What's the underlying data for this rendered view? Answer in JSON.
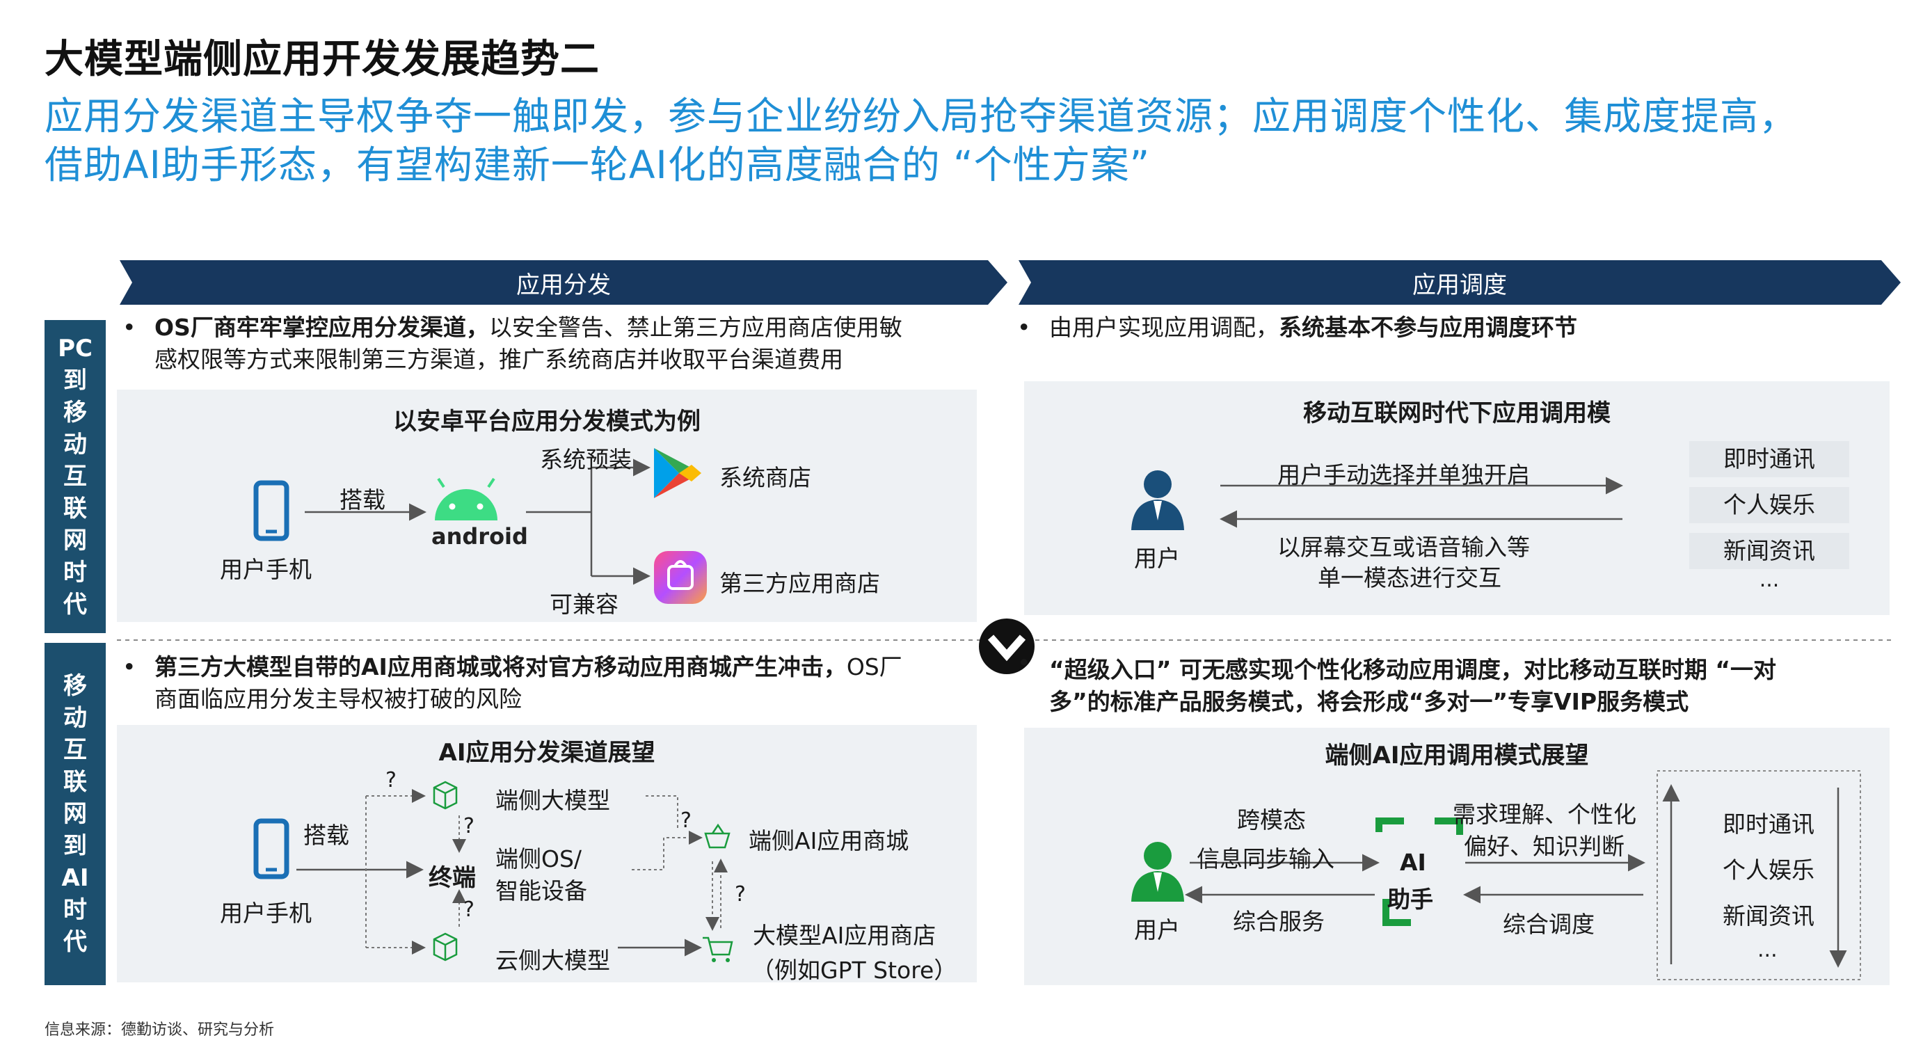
{
  "title": "大模型端侧应用开发发展趋势二",
  "subtitle_line1": "应用分发渠道主导权争夺一触即发，参与企业纷纷入局抢夺渠道资源；应用调度个性化、集成度提高，",
  "subtitle_line2": "借助AI助手形态，有望构建新一轮AI化的高度融合的 “个性方案”",
  "colors": {
    "navy": "#17375e",
    "blue_text": "#1f8fd6",
    "side_bar": "#1c4f6e",
    "green": "#1a9c3e",
    "android_green": "#3ddc84"
  },
  "banners": {
    "left": "应用分发",
    "right": "应用调度"
  },
  "side_labels": {
    "top": [
      "P",
      "C",
      "到",
      "移",
      "动",
      "互",
      "联",
      "网",
      "时",
      "代"
    ],
    "bottom": [
      "移",
      "动",
      "互",
      "联",
      "网",
      "到",
      "AI",
      "时",
      "代"
    ]
  },
  "pc_era": {
    "left_bullet_bold": "OS厂商牢牢掌控应用分发渠道，",
    "left_bullet_rest_line1": "以安全警告、禁止第三方应用商店使用敏",
    "left_bullet_line2": "感权限等方式来限制第三方渠道，推广系统商店并收取平台渠道费用",
    "right_bullet_plain": "由用户实现应用调配，",
    "right_bullet_bold": "系统基本不参与应用调度环节",
    "android_box": {
      "title": "以安卓平台应用分发模式为例",
      "phone_label": "用户手机",
      "carry_label": "搭载",
      "android_word": "android",
      "preinstall_label": "系统预装",
      "compatible_label": "可兼容",
      "system_store": "系统商店",
      "third_party_store": "第三方应用商店"
    },
    "mobile_box": {
      "title": "移动互联网时代下应用调用模",
      "user_label": "用户",
      "forward_label": "用户手动选择并单独开启",
      "back_line1": "以屏幕交互或语音输入等",
      "back_line2": "单一模态进行交互",
      "apps": [
        "即时通讯",
        "个人娱乐",
        "新闻资讯",
        "..."
      ]
    }
  },
  "ai_era": {
    "left_bullet_bold": "第三方大模型自带的AI应用商城或将对官方移动应用商城产生冲击，",
    "left_bullet_rest": "OS厂",
    "left_bullet_line2": "商面临应用分发主导权被打破的风险",
    "right_bullet_line1": "“超级入口” 可无感实现个性化移动应用调度，对比移动互联时期 “一对",
    "right_bullet_line2": "多”的标准产品服务模式，将会形成“多对一”专享VIP服务模式",
    "dist_box": {
      "title": "AI应用分发渠道展望",
      "phone_label": "用户手机",
      "carry_label": "搭载",
      "terminal_label": "终端",
      "edge_model": "端侧大模型",
      "edge_os_line1": "端侧OS/",
      "edge_os_line2": "智能设备",
      "cloud_model": "云侧大模型",
      "edge_store": "端侧AI应用商城",
      "big_store_line1": "大模型AI应用商店",
      "big_store_line2": "（例如GPT Store）",
      "question_mark": "?"
    },
    "dispatch_box": {
      "title": "端侧AI应用调用模式展望",
      "user_label": "用户",
      "multimodal_line1": "跨模态",
      "multimodal_line2": "信息同步输入",
      "integrated_service": "综合服务",
      "assistant_line1": "AI",
      "assistant_line2": "助手",
      "understand_line1": "需求理解、个性化",
      "understand_line2": "偏好、知识判断",
      "integrated_dispatch": "综合调度",
      "apps": [
        "即时通讯",
        "个人娱乐",
        "新闻资讯",
        "..."
      ]
    }
  },
  "source": "信息来源：德勤访谈、研究与分析"
}
